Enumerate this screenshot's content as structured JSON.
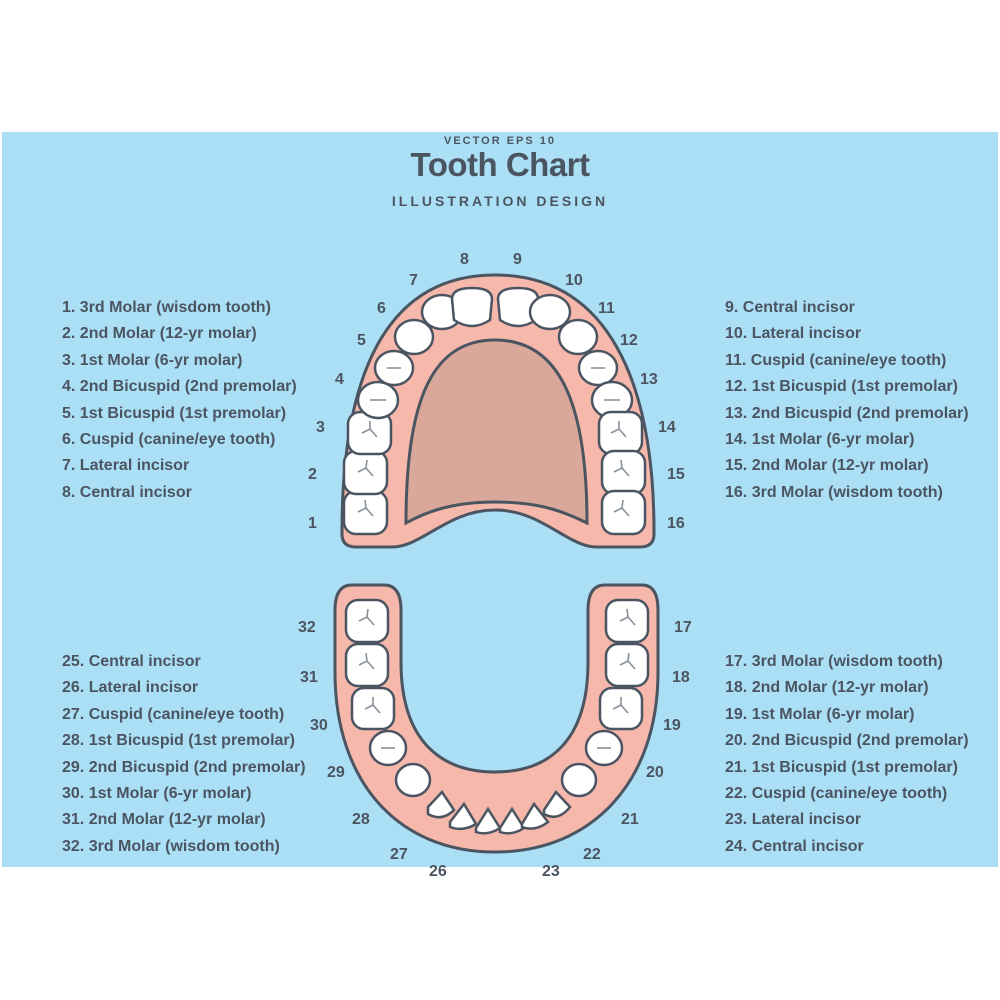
{
  "header": {
    "top_label": "VECTOR EPS 10",
    "title": "Tooth Chart",
    "subtitle": "ILLUSTRATION DESIGN"
  },
  "upper_left_legend": [
    "1. 3rd Molar (wisdom tooth)",
    "2. 2nd Molar (12-yr molar)",
    "3. 1st Molar (6-yr molar)",
    "4. 2nd Bicuspid (2nd premolar)",
    "5. 1st Bicuspid (1st premolar)",
    "6. Cuspid (canine/eye tooth)",
    "7. Lateral incisor",
    "8. Central incisor"
  ],
  "upper_right_legend": [
    "9. Central incisor",
    "10. Lateral incisor",
    "11. Cuspid (canine/eye tooth)",
    "12. 1st Bicuspid (1st premolar)",
    "13. 2nd Bicuspid (2nd premolar)",
    "14. 1st Molar (6-yr molar)",
    "15. 2nd Molar (12-yr molar)",
    "16. 3rd Molar (wisdom tooth)"
  ],
  "lower_left_legend": [
    "25. Central incisor",
    "26. Lateral incisor",
    "27. Cuspid (canine/eye tooth)",
    "28. 1st Bicuspid (1st premolar)",
    "29. 2nd Bicuspid (2nd premolar)",
    "30. 1st Molar (6-yr molar)",
    "31. 2nd Molar (12-yr molar)",
    "32. 3rd Molar (wisdom tooth)"
  ],
  "lower_right_legend": [
    "17. 3rd Molar (wisdom tooth)",
    "18. 2nd Molar (12-yr molar)",
    "19. 1st Molar (6-yr molar)",
    "20. 2nd Bicuspid (2nd premolar)",
    "21. 1st Bicuspid (1st premolar)",
    "22. Cuspid (canine/eye tooth)",
    "23. Lateral incisor",
    "24. Central incisor"
  ],
  "upper_tooth_numbers": [
    "1",
    "2",
    "3",
    "4",
    "5",
    "6",
    "7",
    "8",
    "9",
    "10",
    "11",
    "12",
    "13",
    "14",
    "15",
    "16"
  ],
  "lower_tooth_numbers": [
    "17",
    "18",
    "19",
    "20",
    "21",
    "22",
    "23",
    "26",
    "27",
    "28",
    "29",
    "30",
    "31",
    "32"
  ],
  "colors": {
    "background": "#abdff5",
    "gum": "#f6b8ab",
    "palate": "#d9a89a",
    "tooth": "#ffffff",
    "outline": "#4b5561",
    "text": "#4b5561"
  }
}
